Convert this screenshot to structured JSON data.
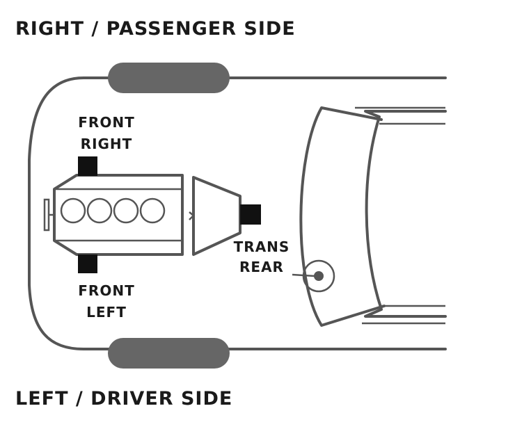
{
  "labels": {
    "top_side": "RIGHT / PASSENGER SIDE",
    "bottom_side": "LEFT / DRIVER SIDE",
    "front_right": [
      "FRONT",
      "RIGHT"
    ],
    "front_left": [
      "FRONT",
      "LEFT"
    ],
    "trans_rear": [
      "TRANS",
      "REAR"
    ]
  },
  "colors": {
    "outline": "#555555",
    "tire": "#666666",
    "mount": "#111111",
    "text": "#1a1a1a"
  }
}
